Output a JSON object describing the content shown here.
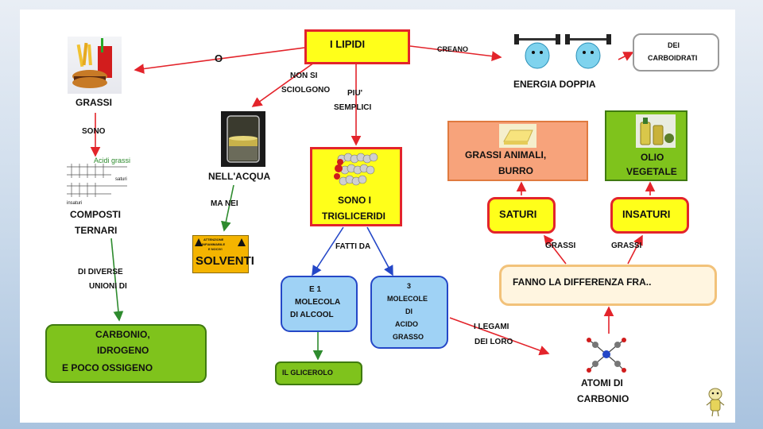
{
  "nodes": {
    "lipidi": "I   LIPIDI",
    "grassi": "GRASSI",
    "composti": "COMPOSTI",
    "ternari": "TERNARI",
    "carbonio": "CARBONIO,",
    "idrogeno": "IDROGENO",
    "ossigeno": "E   POCO     OSSIGENO",
    "nell_acqua": "NELL'ACQUA",
    "solventi": "SOLVENTI",
    "trigliceridi_1": "SONO   I",
    "trigliceridi_2": "TRIGLICERIDI",
    "molecola_alcool_1": "E  1",
    "molecola_alcool_2": "MOLECOLA",
    "molecola_alcool_3": "DI    ALCOOL",
    "acido_grasso_1": "3",
    "acido_grasso_2": "MOLECOLE",
    "acido_grasso_3": "DI",
    "acido_grasso_4": "ACIDO",
    "acido_grasso_5": "GRASSO",
    "glicerolo": "IL    GLICEROLO",
    "energia": "ENERGIA   DOPPIA",
    "carboidrati_1": "DEI",
    "carboidrati_2": "CARBOIDRATI",
    "grassi_animali_1": "GRASSI    ANIMALI,",
    "grassi_animali_2": "BURRO",
    "olio_1": "OLIO",
    "olio_2": "VEGETALE",
    "saturi": "SATURI",
    "insaturi": "INSATURI",
    "differenza": "FANNO      LA      DIFFERENZA        FRA..",
    "atomi_1": "ATOMI    DI",
    "atomi_2": "CARBONIO"
  },
  "links": {
    "o": "O",
    "sono": "SONO",
    "non_si_1": "NON   SI",
    "non_si_2": "SCIOLGONO",
    "piu_1": "PIU'",
    "piu_2": "SEMPLICI",
    "creano": "CREANO",
    "ma_nei": "MA    NEI",
    "diverse_1": "DI     DIVERSE",
    "diverse_2": "UNIONI    DI",
    "fatti_da": "FATTI     DA",
    "grassi_sx": "GRASSI",
    "grassi_dx": "GRASSI",
    "legami_1": "I     LEGAMI",
    "legami_2": "DEI     LORO"
  },
  "image_labels": {
    "acidi_grassi": "Acidi grassi",
    "saturi_small": "saturi",
    "insaturi_small": "insaturi",
    "solventi_warning_1": "ATTENZIONE",
    "solventi_warning_2": "INFIAMMABILE",
    "solventi_warning_3": "E NOCIVI"
  },
  "colors": {
    "red_arrow": "#e3242b",
    "green_arrow": "#2e8b2e",
    "blue_arrow": "#2447c7",
    "yellow_fill": "#ffff1a",
    "red_border": "#e3242b",
    "green_fill": "#7fc31c",
    "salmon_fill": "#f7a37b",
    "light_blue_fill": "#9fd2f5",
    "blue_border": "#2447c7",
    "cream_fill": "#fff5e0"
  }
}
